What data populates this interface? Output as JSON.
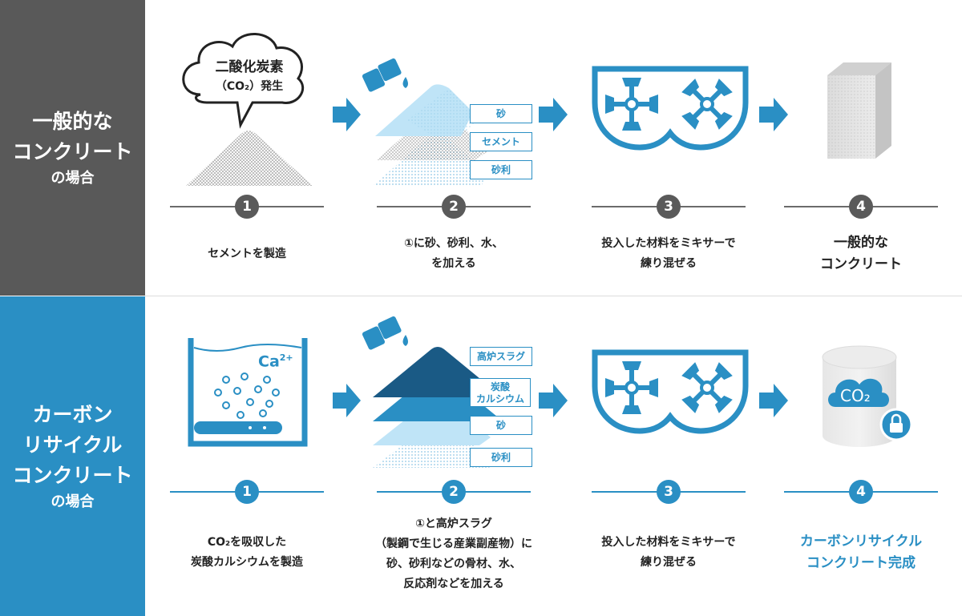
{
  "general": {
    "sidebar": {
      "line1": "一般的な",
      "line2": "コンクリート",
      "line3": "の場合"
    },
    "cloud": {
      "line1": "二酸化炭素",
      "line2": "（CO₂）発生"
    },
    "tags": [
      "砂",
      "セメント",
      "砂利"
    ],
    "steps": [
      {
        "num": "1",
        "caption": [
          "セメントを製造"
        ]
      },
      {
        "num": "2",
        "caption": [
          "①に砂、砂利、水、",
          "を加える"
        ]
      },
      {
        "num": "3",
        "caption": [
          "投入した材料をミキサーで",
          "練り混ぜる"
        ]
      },
      {
        "num": "4",
        "caption": [
          "一般的な",
          "コンクリート"
        ]
      }
    ]
  },
  "carbon": {
    "sidebar": {
      "line1": "カーボン",
      "line2": "リサイクル",
      "line3": "コンクリート",
      "line4": "の場合"
    },
    "ca_label": "Ca",
    "ca_charge": "2+",
    "co2_label": "CO₂",
    "block_label": "CO₂",
    "tags": [
      "高炉スラグ",
      "炭酸",
      "カルシウム",
      "砂",
      "砂利"
    ],
    "steps": [
      {
        "num": "1",
        "caption": [
          "CO₂を吸収した",
          "炭酸カルシウムを製造"
        ]
      },
      {
        "num": "2",
        "caption": [
          "①と高炉スラグ",
          "（製鋼で生じる産業副産物）に",
          "砂、砂利などの骨材、水、",
          "反応剤などを加える"
        ]
      },
      {
        "num": "3",
        "caption": [
          "投入した材料をミキサーで",
          "練り混ぜる"
        ]
      },
      {
        "num": "4",
        "caption": [
          "カーボンリサイクル",
          "コンクリート完成"
        ]
      }
    ]
  },
  "colors": {
    "blue": "#2a8fc4",
    "dark_blue": "#1a5a85",
    "light_blue": "#bfe4f7",
    "gray_sidebar": "#595959"
  }
}
